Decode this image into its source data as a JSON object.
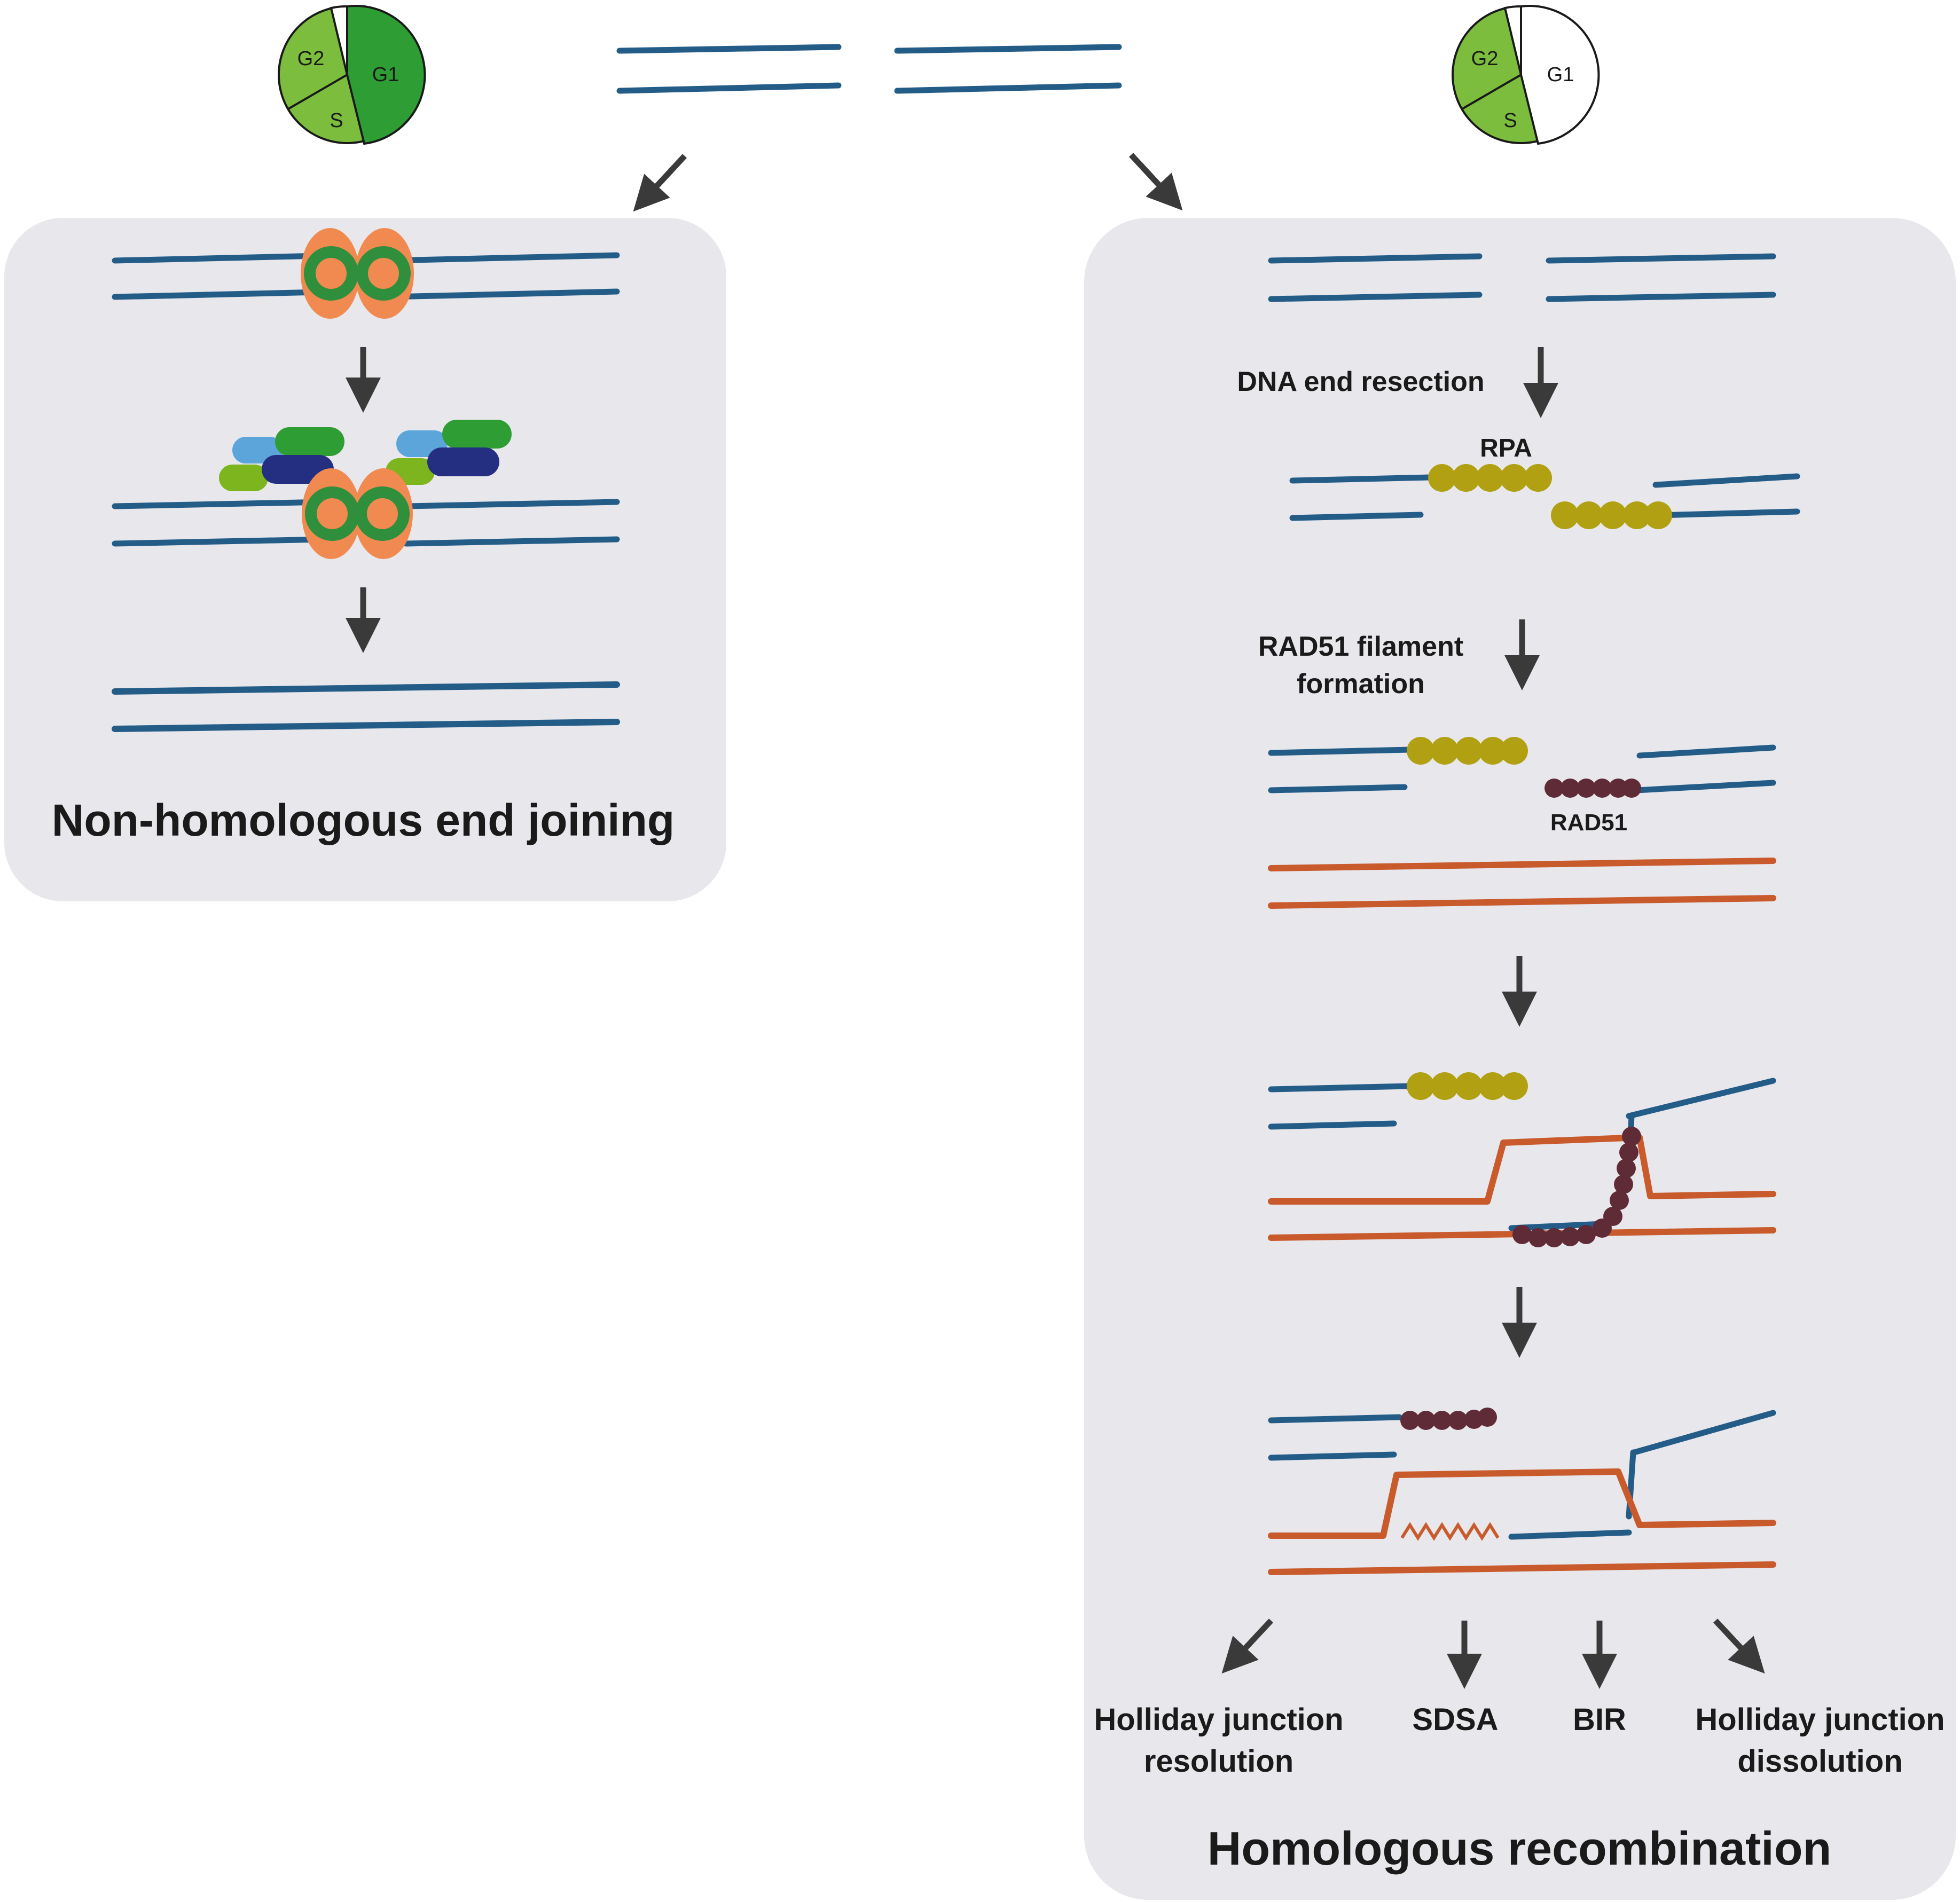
{
  "colors": {
    "panel": "#e8e8ec",
    "dna_broken": "#245c88",
    "dna_template": "#c85a2c",
    "arrow": "#3a3a3a",
    "pie_dark_green": "#2e9e34",
    "pie_light_green": "#7cbd3e",
    "ku_ring": "#2f8f3c",
    "orange_protein": "#f08a50",
    "rpa": "#b0a012",
    "rad51": "#5e2b36",
    "light_blue_protein": "#5ba5da",
    "dark_blue_protein": "#252f82"
  },
  "cell_cycle_left": {
    "labels": [
      "G2",
      "G1",
      "S"
    ],
    "g1_shaded": true
  },
  "cell_cycle_right": {
    "labels": [
      "G2",
      "G1",
      "S"
    ],
    "g1_shaded": false
  },
  "nhej": {
    "title": "Non-homologous end joining"
  },
  "hr": {
    "title": "Homologous recombination",
    "step_resection": "DNA end resection",
    "rpa_label": "RPA",
    "step_rad51_line1": "RAD51 filament",
    "step_rad51_line2": "formation",
    "rad51_label": "RAD51",
    "outcomes": [
      {
        "line1": "Holliday junction",
        "line2": "resolution"
      },
      {
        "line1": "SDSA",
        "line2": ""
      },
      {
        "line1": "BIR",
        "line2": ""
      },
      {
        "line1": "Holliday junction",
        "line2": "dissolution"
      }
    ]
  }
}
